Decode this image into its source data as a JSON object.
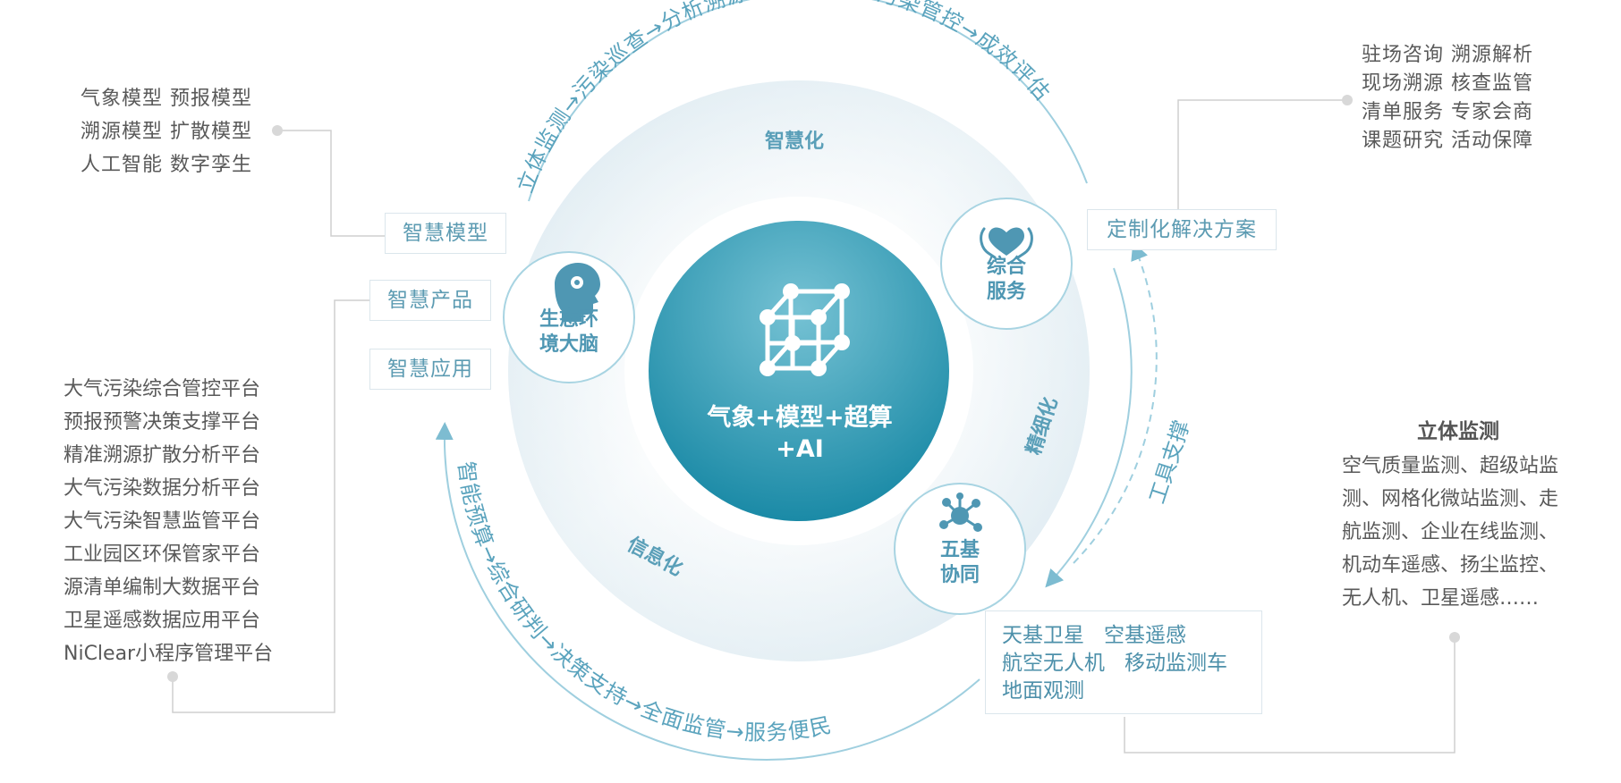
{
  "center": {
    "title_line1": "气象+模型+超算",
    "title_line2": "+AI",
    "icon": "cube-network-icon"
  },
  "ring_labels": {
    "top": "智慧化",
    "right": "精细化",
    "bottom": "信息化"
  },
  "nodes": {
    "brain": {
      "line1": "生态环",
      "line2": "境大脑",
      "icon": "brain-head-icon"
    },
    "service": {
      "line1": "综合",
      "line2": "服务",
      "icon": "heart-hands-icon"
    },
    "five": {
      "line1": "五基",
      "line2": "协同",
      "icon": "molecule-icon"
    }
  },
  "arcs": {
    "top_flow": "立体监测→污染巡查→分析溯源→污染台账→污染管控→成效评估",
    "bottom_flow": "智能预算→综合研判→决策支持→全面监管→服务便民",
    "tool_support": "工具支撑"
  },
  "boxes": {
    "smart_model": "智慧模型",
    "smart_product": "智慧产品",
    "smart_app": "智慧应用",
    "custom_solution": "定制化解决方案"
  },
  "top_left_list": [
    "气象模型  预报模型",
    "溯源模型  扩散模型",
    "人工智能  数字孪生"
  ],
  "platform_list": [
    "大气污染综合管控平台",
    "预报预警决策支撑平台",
    "精准溯源扩散分析平台",
    "大气污染数据分析平台",
    "大气污染智慧监管平台",
    "工业园区环保管家平台",
    "源清单编制大数据平台",
    "卫星遥感数据应用平台",
    "NiClear小程序管理平台"
  ],
  "services_list": [
    "驻场咨询  溯源解析",
    "现场溯源  核查监管",
    "清单服务  专家会商",
    "课题研究  活动保障"
  ],
  "satellite_box": {
    "row1": [
      "天基卫星",
      "空基遥感"
    ],
    "row2": [
      "航空无人机",
      "移动监测车"
    ],
    "row3": [
      "地面观测"
    ]
  },
  "stereo_monitoring": {
    "title": "立体监测",
    "body": "空气质量监测、超级站监测、网格化微站监测、走航监测、企业在线监测、机动车遥感、扬尘监控、无人机、卫星遥感……"
  },
  "colors": {
    "accent": "#4f97b3",
    "center_dark": "#1b8aa6",
    "center_light": "#6dbcd0",
    "line": "#c9c9c9"
  }
}
